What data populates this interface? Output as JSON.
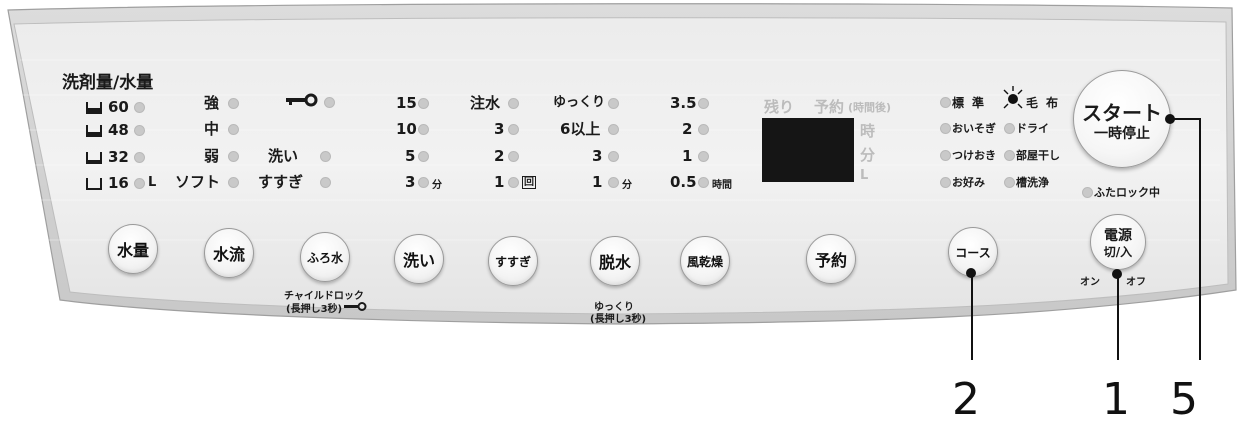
{
  "water_amount": {
    "header": "洗剤量/水量",
    "levels": [
      {
        "label": "60",
        "suffix": ""
      },
      {
        "label": "48",
        "suffix": ""
      },
      {
        "label": "32",
        "suffix": ""
      },
      {
        "label": "16",
        "suffix": "L"
      }
    ]
  },
  "water_flow": [
    "強",
    "中",
    "弱",
    "ソフト"
  ],
  "options_col": {
    "wash": "洗い",
    "rinse": "すすぎ"
  },
  "wash_time": {
    "values": [
      "15",
      "10",
      "5",
      "3"
    ],
    "unit": "分"
  },
  "rinse_count": {
    "top": "注水",
    "values": [
      "3",
      "2",
      "1"
    ],
    "unit": "回"
  },
  "spin_time": {
    "top": "ゆっくり",
    "second": "6以上",
    "values": [
      "3",
      "1"
    ],
    "unit": "分"
  },
  "dry_time": {
    "values": [
      "3.5",
      "2",
      "1",
      "0.5"
    ],
    "unit": "時間"
  },
  "display": {
    "remaining": "残り",
    "reserve": "予約",
    "reserve_note": "(時間後)",
    "unit_hour": "時",
    "unit_min": "分",
    "unit_l": "L"
  },
  "courses": [
    [
      "標準",
      "毛布"
    ],
    [
      "おいそぎ",
      "ドライ"
    ],
    [
      "つけおき",
      "部屋干し"
    ],
    [
      "お好み",
      "槽洗浄"
    ]
  ],
  "lid_lock": "ふたロック中",
  "buttons": {
    "water_amount": "水量",
    "water_flow": "水流",
    "bath_water": "ふろ水",
    "wash": "洗い",
    "rinse": "すすぎ",
    "spin": "脱水",
    "air_dry": "風乾燥",
    "reserve": "予約",
    "course": "コース",
    "start_line1": "スタート",
    "start_line2": "一時停止",
    "power_line1": "電源",
    "power_line2": "切/入"
  },
  "notes": {
    "child_lock_1": "チャイルドロック",
    "child_lock_2": "(長押し3秒)",
    "slow_spin_1": "ゆっくり",
    "slow_spin_2": "(長押し3秒)",
    "power_on": "オン",
    "power_off": "オフ"
  },
  "callouts": [
    "2",
    "1",
    "5"
  ]
}
